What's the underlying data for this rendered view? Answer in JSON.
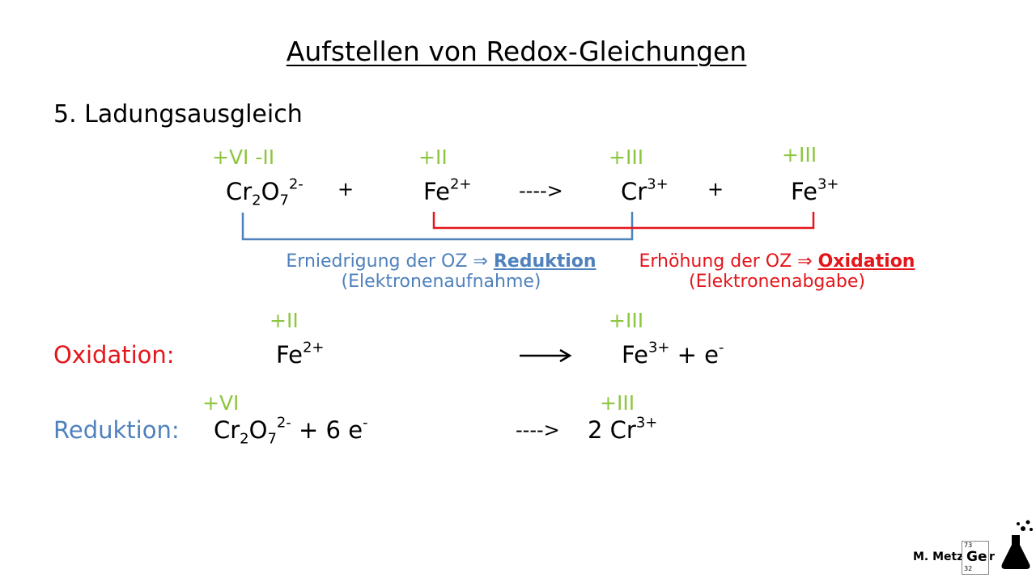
{
  "title": "Aufstellen von Redox-Gleichungen",
  "step": "5. Ladungsausgleich",
  "top": {
    "ox_cr_o": "+VI -II",
    "ox_fe2": "+II",
    "ox_cr3": "+III",
    "ox_fe3": "+III",
    "cr_base": "Cr",
    "cr_sub": "2",
    "o_base": "O",
    "o_sub": "7",
    "dichromate_charge": "2-",
    "plus": "+",
    "fe": "Fe",
    "fe2_charge": "2+",
    "arrow": "---->",
    "cr": "Cr",
    "cr3_charge": "3+",
    "fe3_charge": "3+"
  },
  "notes": {
    "reduction_text": "Erniedrigung der OZ ⇒",
    "reduction_word": "Reduktion",
    "reduction_sub": "(Elektronenaufnahme)",
    "oxidation_text": "Erhöhung der OZ ⇒",
    "oxidation_word": "Oxidation",
    "oxidation_sub": "(Elektronenabgabe)"
  },
  "oxidation_eq": {
    "label": "Oxidation:",
    "ox_left": "+II",
    "ox_right": "+III",
    "left_base": "Fe",
    "left_charge": "2+",
    "right_base": "Fe",
    "right_charge": "3+",
    "right_rest": " + e",
    "e_charge": "-"
  },
  "reduction_eq": {
    "label": "Reduktion:",
    "ox_left": "+VI",
    "ox_right": "+III",
    "cr": "Cr",
    "cr_sub": "2",
    "o": "O",
    "o_sub": "7",
    "charge": "2-",
    "electrons": " + 6 e",
    "e_charge": "-",
    "arrow": "---->",
    "right": "2  Cr",
    "right_charge": "3+"
  },
  "logo": {
    "name": "M. Metz",
    "atomic_mass": "73",
    "symbol": "Ge",
    "atomic_number": "32",
    "suffix": "r"
  },
  "colors": {
    "oxidation_number": "#8dc63f",
    "reduction": "#4f81bd",
    "oxidation": "#e3161b"
  }
}
